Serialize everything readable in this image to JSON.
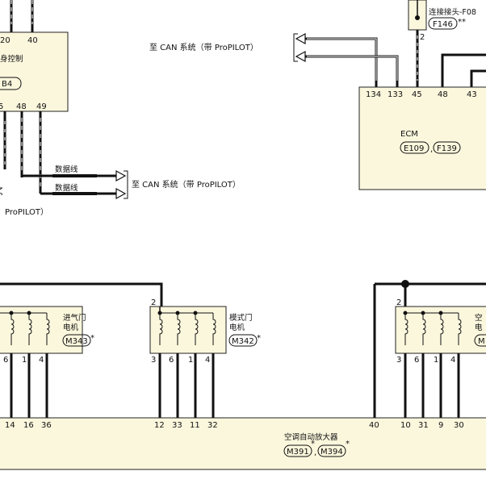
{
  "body_control": {
    "label": "身控制",
    "connector": "B4",
    "pins_top": [
      "20",
      "40"
    ],
    "pins_bottom": [
      "5",
      "48",
      "49"
    ]
  },
  "can_lines": {
    "data_line_1": "数据线",
    "data_line_2": "数据线",
    "to_can_ecm": "至 CAN 系统（带 ProPILOT）",
    "to_can_body": "至 CAN 系统（带 ProPILOT）",
    "propilot_fragment": "ProPILOT）",
    "partial_char": "ζ"
  },
  "joint_connector": {
    "label": "连接接头-F08",
    "connector": "F146",
    "marks": "**",
    "pin": "2"
  },
  "ecm": {
    "label": "ECM",
    "connectors": [
      "E109",
      "F139"
    ],
    "separator": ",",
    "pins": [
      "134",
      "133",
      "45",
      "48",
      "43"
    ]
  },
  "intake_motor": {
    "label_line1": "进气门",
    "label_line2": "电机",
    "connector": "M343",
    "star": "*",
    "pins_bottom": [
      "6",
      "1",
      "4"
    ]
  },
  "mode_motor": {
    "label_line1": "模式门",
    "label_line2": "电机",
    "connector": "M342",
    "star": "*",
    "pin_top": "2",
    "pins_bottom": [
      "3",
      "6",
      "1",
      "4"
    ]
  },
  "air_mix_motor": {
    "label_line1": "空",
    "label_line2": "电",
    "connector_fragment": "M",
    "pin_top": "2",
    "pins_bottom": [
      "3",
      "6",
      "1",
      "4"
    ]
  },
  "amplifier": {
    "label": "空调自动放大器",
    "connectors": [
      "M391",
      "M394"
    ],
    "stars": [
      "*",
      "*"
    ],
    "separator": ",",
    "pins_left": [
      "14",
      "16",
      "36"
    ],
    "pins_mid": [
      "12",
      "33",
      "11",
      "32"
    ],
    "pins_right": [
      "40",
      "10",
      "31",
      "9",
      "30"
    ]
  },
  "colors": {
    "wire": "#111111",
    "box_fill": "#fbf7dd",
    "box_stroke": "#222222"
  }
}
